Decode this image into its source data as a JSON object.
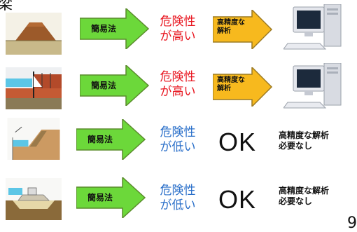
{
  "edge_text": {
    "top_left": "梁",
    "bottom_right": "9"
  },
  "rows": [
    {
      "method_label": "簡易法",
      "risk_lines": [
        "危険性",
        "が高い"
      ],
      "risk_level": "high",
      "next_label_lines": [
        "高精度な",
        "解析"
      ],
      "result_icon": "computer-icon"
    },
    {
      "method_label": "簡易法",
      "risk_lines": [
        "危険性",
        "が高い"
      ],
      "risk_level": "high",
      "next_label_lines": [
        "高精度な",
        "解析"
      ],
      "result_icon": "computer-icon"
    },
    {
      "method_label": "簡易法",
      "risk_lines": [
        "危険性",
        "が低い"
      ],
      "risk_level": "low",
      "ok_text": "OK",
      "note_lines": [
        "高精度な解析",
        "必要なし"
      ]
    },
    {
      "method_label": "簡易法",
      "risk_lines": [
        "危険性",
        "が低い"
      ],
      "risk_level": "low",
      "ok_text": "OK",
      "note_lines": [
        "高精度な解析",
        "必要なし"
      ]
    }
  ],
  "colors": {
    "green_arrow": "#6cd83a",
    "yellow_arrow": "#f7b91e",
    "risk_high": "#e8141e",
    "risk_low": "#2a6fc9"
  }
}
